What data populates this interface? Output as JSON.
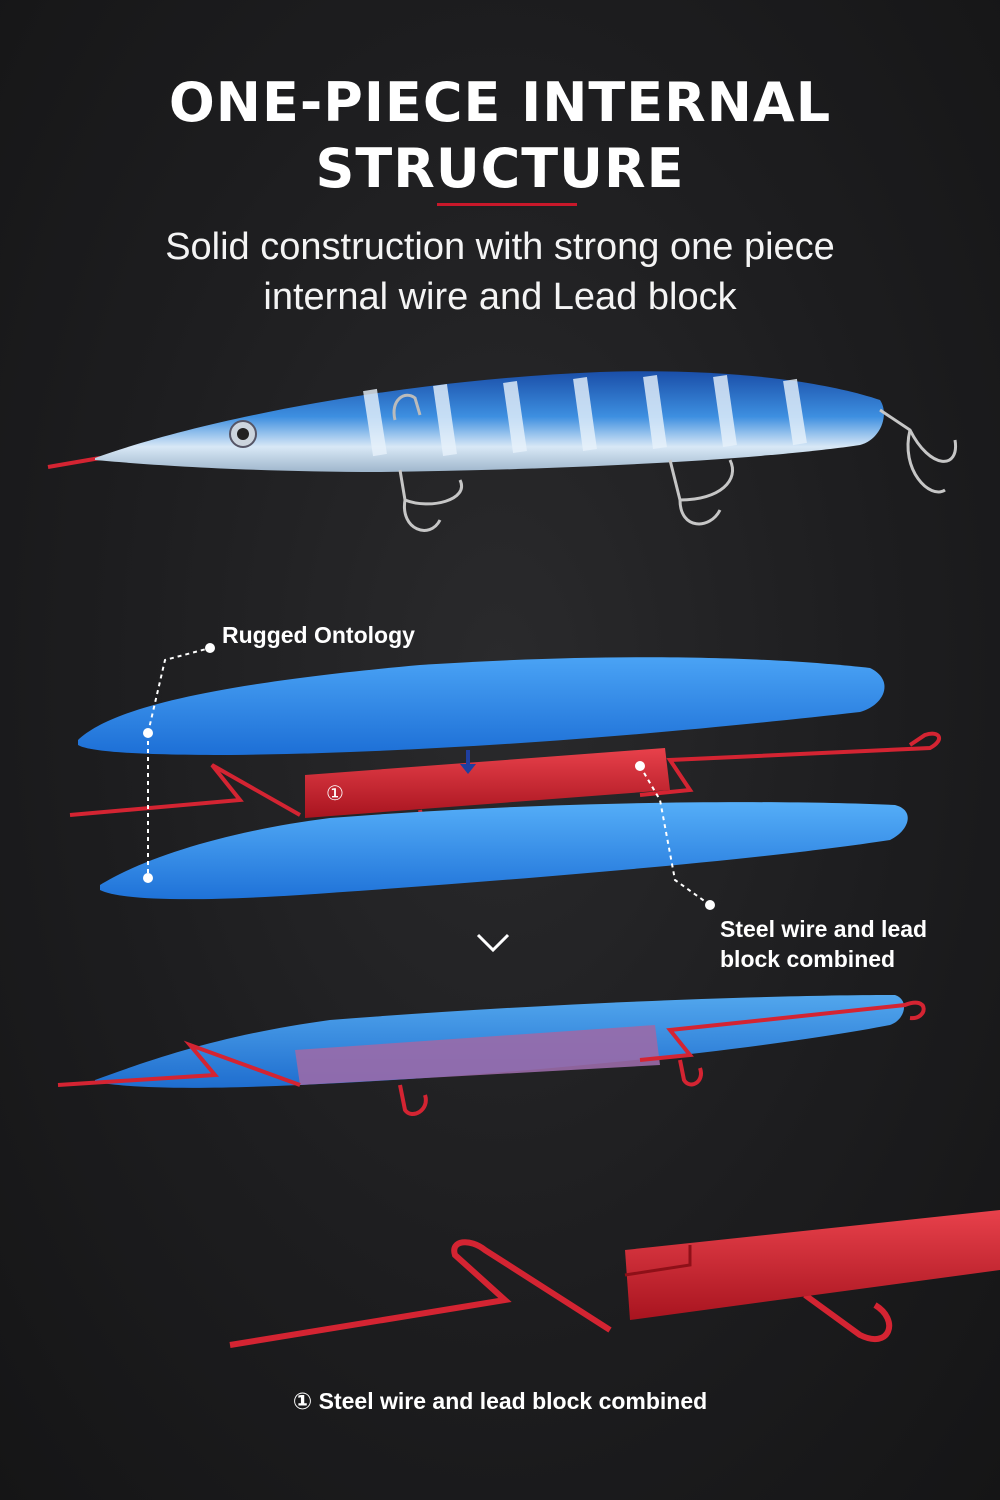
{
  "header": {
    "title_line1": "ONE-PIECE INTERNAL",
    "title_line2": "STRUCTURE",
    "subtitle_line1": "Solid construction with strong one piece",
    "subtitle_line2": "internal wire and Lead block"
  },
  "labels": {
    "rugged_ontology": "Rugged Ontology",
    "steel_wire_line1": "Steel wire and lead",
    "steel_wire_line2": "block combined",
    "lead_block_marker": "①",
    "footnote": "① Steel wire and lead block combined"
  },
  "colors": {
    "background": "#1c1c1e",
    "accent_red": "#c8182a",
    "body_blue": "#2f86e6",
    "wire_red": "#d42432"
  }
}
